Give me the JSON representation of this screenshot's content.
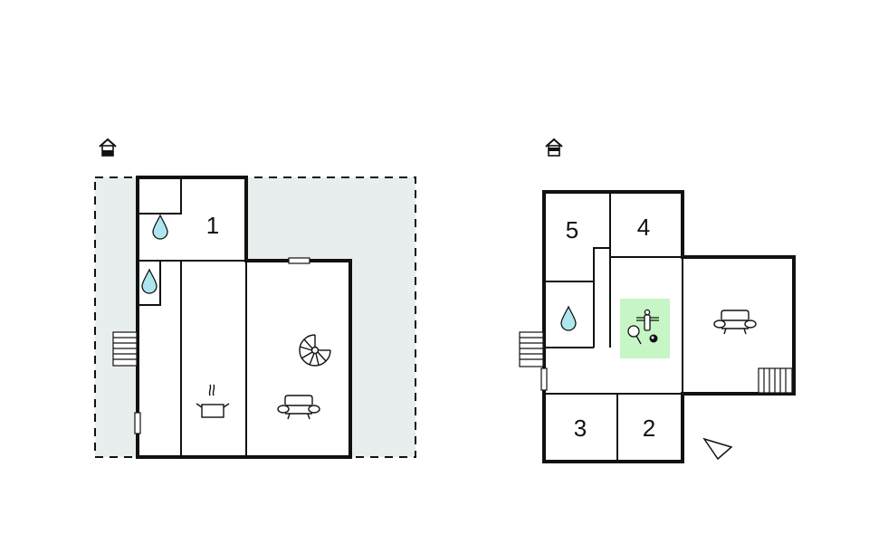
{
  "diagram": {
    "type": "floor-plan",
    "colors": {
      "wall": "#111111",
      "terrace_fill": "#e8eeee",
      "water_drop": "#aee6f0",
      "activity_highlight": "#c6f5c6",
      "background": "#ffffff"
    },
    "floors": [
      {
        "name": "ground-floor",
        "entrance_icon": "house-entrance-icon",
        "rooms": [
          {
            "label": "1",
            "type": "bedroom"
          },
          {
            "label": "",
            "type": "bathroom",
            "icon": "water-drop-icon"
          },
          {
            "label": "",
            "type": "bathroom",
            "icon": "water-drop-icon"
          },
          {
            "label": "",
            "type": "kitchen",
            "icon": "cooking-pot-icon"
          },
          {
            "label": "",
            "type": "living-room",
            "icon": "armchair-icon"
          },
          {
            "label": "",
            "type": "spiral-staircase",
            "icon": "spiral-stairs-icon"
          }
        ],
        "features": [
          "terrace",
          "entry-stairs",
          "door",
          "window"
        ]
      },
      {
        "name": "upper-floor",
        "entrance_icon": "house-entrance-icon",
        "rooms": [
          {
            "label": "5",
            "type": "bedroom"
          },
          {
            "label": "4",
            "type": "bedroom"
          },
          {
            "label": "3",
            "type": "bedroom"
          },
          {
            "label": "2",
            "type": "bedroom"
          },
          {
            "label": "",
            "type": "bathroom",
            "icon": "water-drop-icon"
          },
          {
            "label": "",
            "type": "activity-room",
            "icon": "activity-room-icon"
          },
          {
            "label": "",
            "type": "living-room",
            "icon": "armchair-icon"
          }
        ],
        "features": [
          "entry-stairs",
          "door",
          "stairs",
          "north-arrow"
        ]
      }
    ],
    "labels": {
      "room1": "1",
      "room2": "2",
      "room3": "3",
      "room4": "4",
      "room5": "5"
    }
  }
}
